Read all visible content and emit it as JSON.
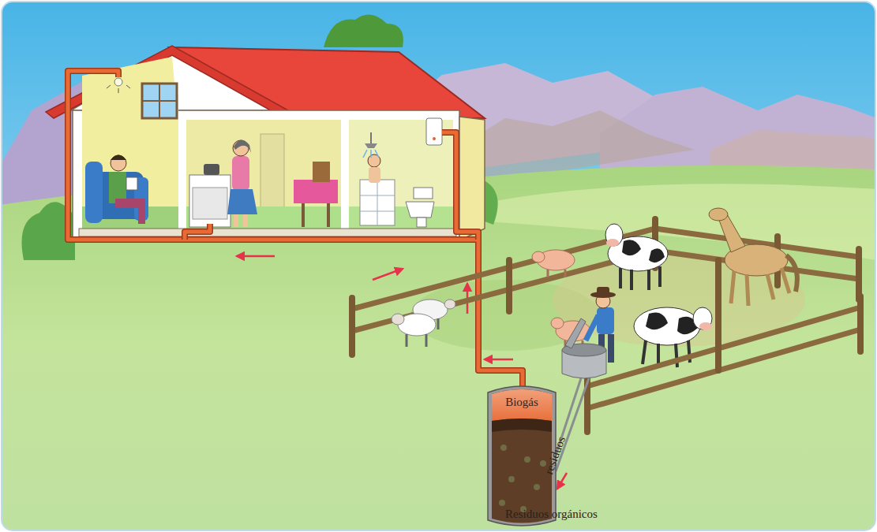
{
  "diagram": {
    "nodes": [
      {
        "text": [
          "Biogás",
          "Residuos orgánicos"
        ]
      }
    ],
    "labels": [
      "residuos"
    ]
  }
}
